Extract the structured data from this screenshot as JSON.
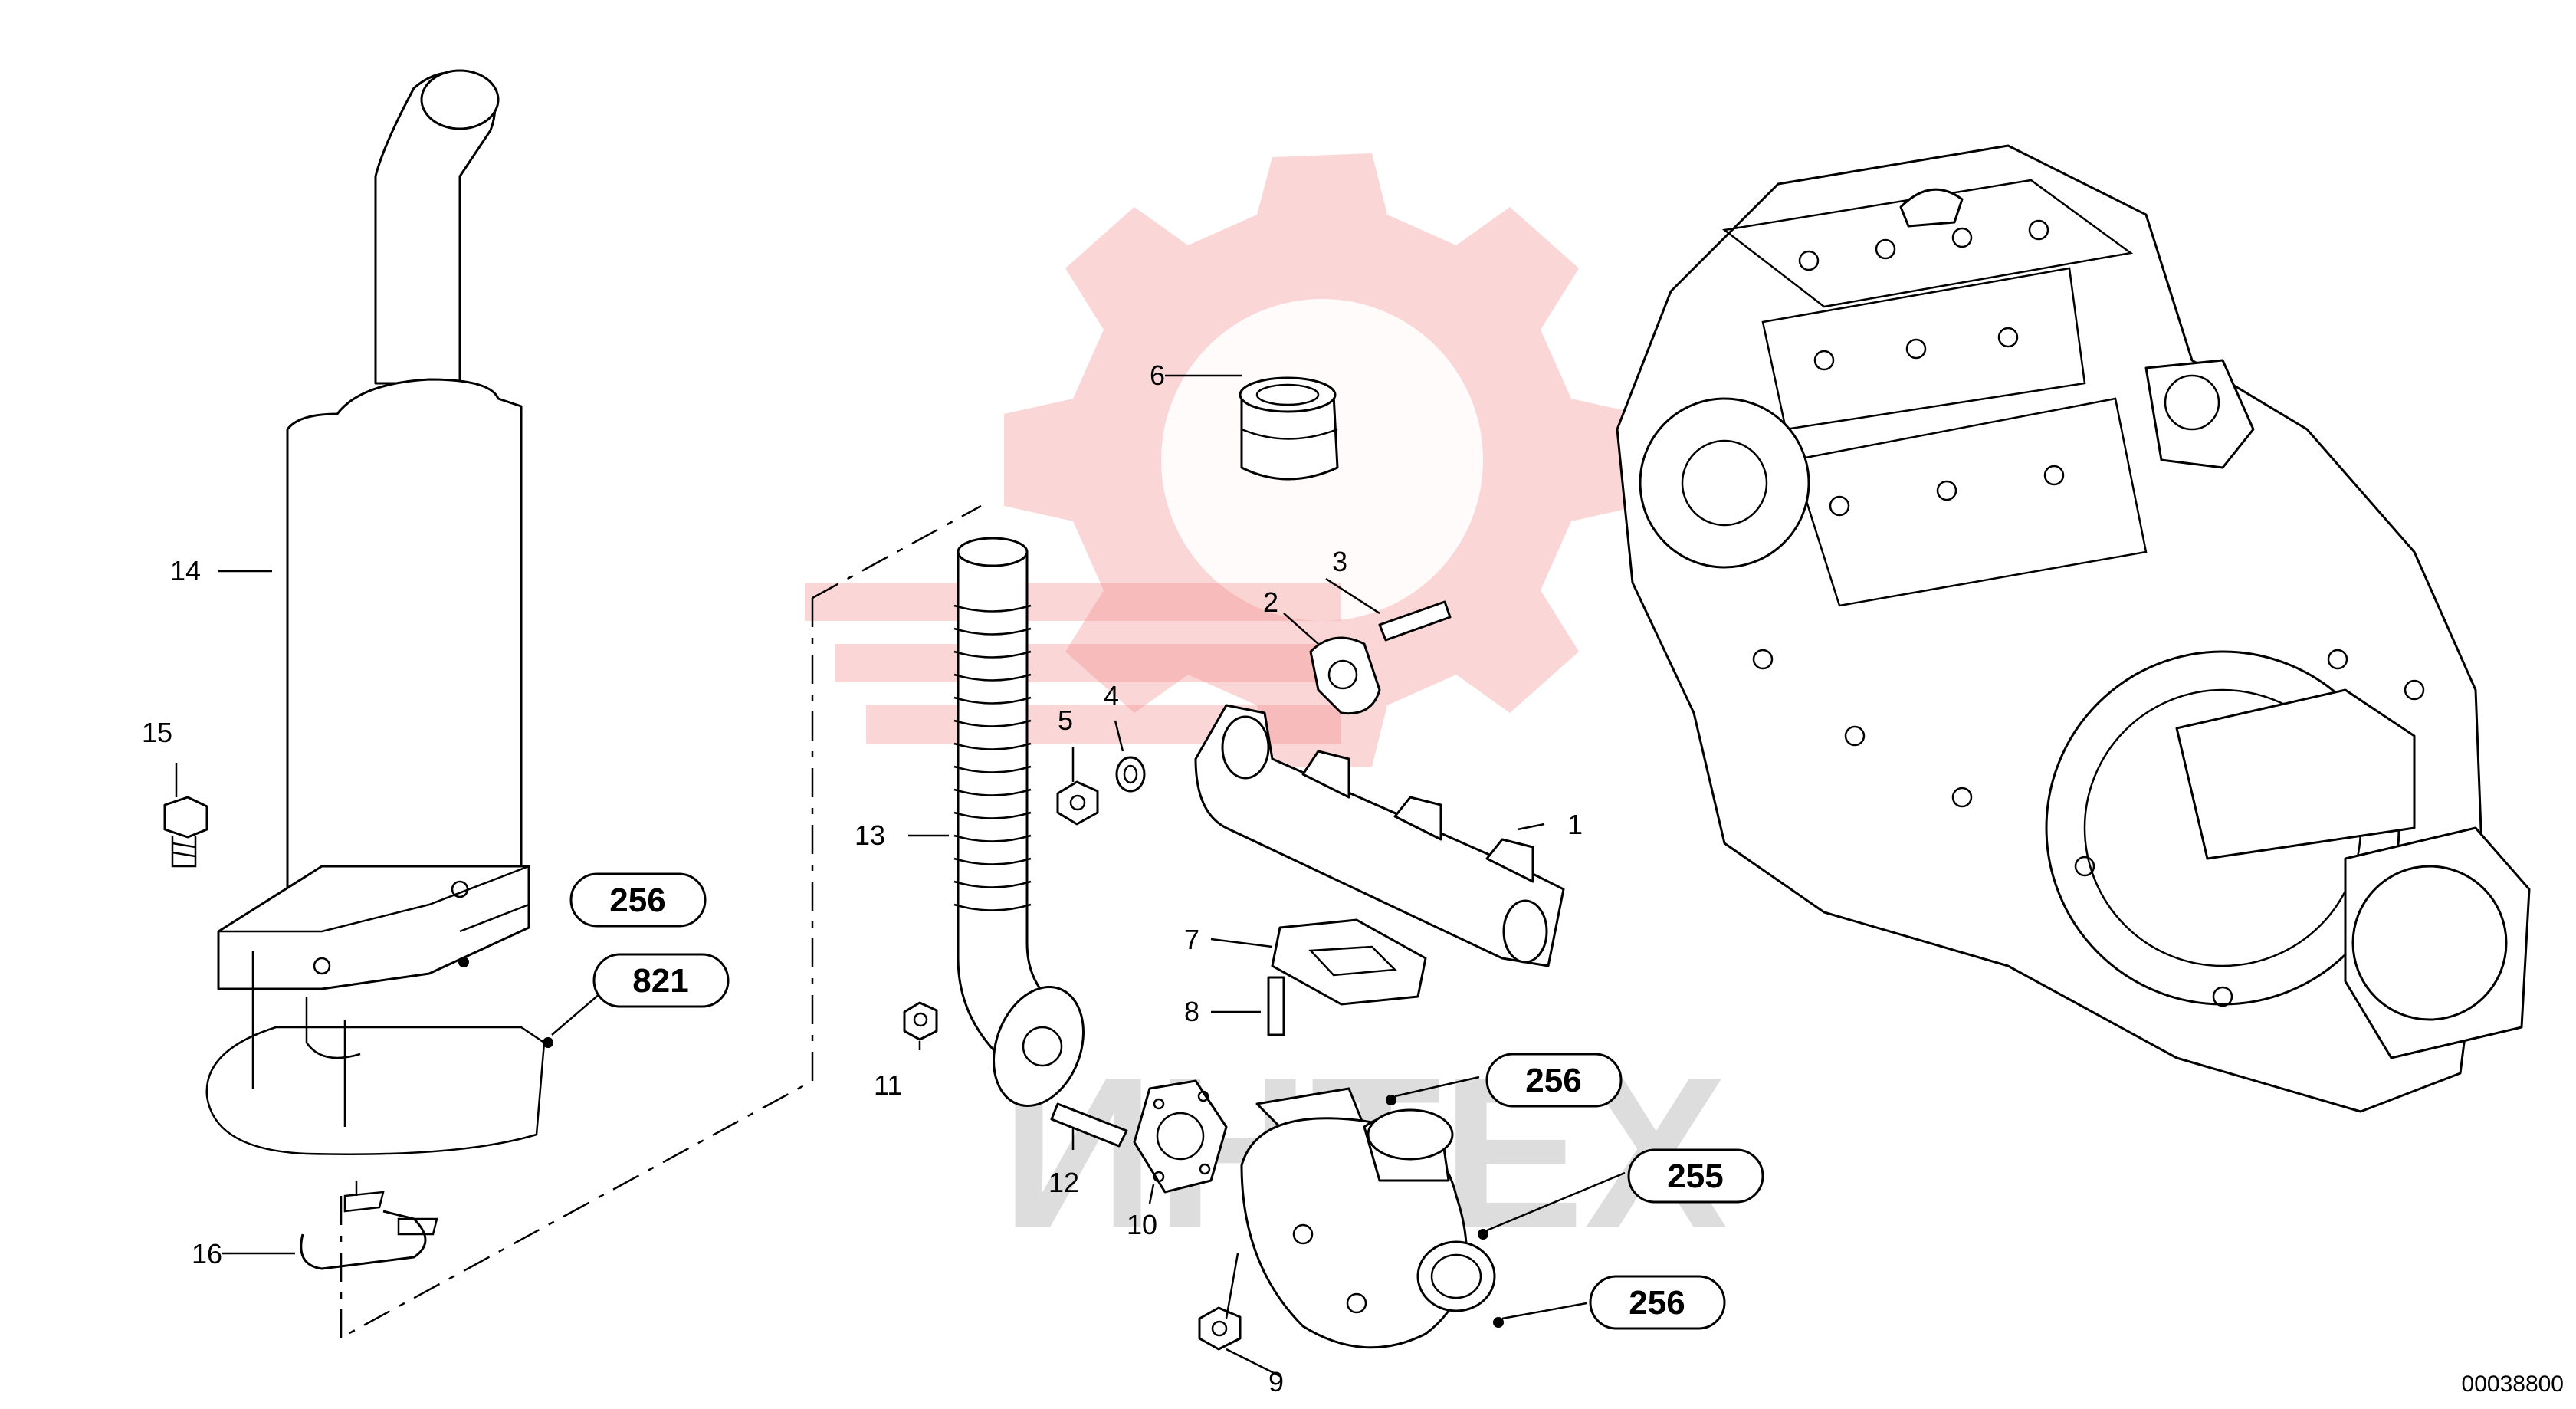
{
  "diagram": {
    "callouts": [
      {
        "id": "1",
        "text": "1"
      },
      {
        "id": "2",
        "text": "2"
      },
      {
        "id": "3",
        "text": "3"
      },
      {
        "id": "4",
        "text": "4"
      },
      {
        "id": "5",
        "text": "5"
      },
      {
        "id": "6",
        "text": "6"
      },
      {
        "id": "7",
        "text": "7"
      },
      {
        "id": "8",
        "text": "8"
      },
      {
        "id": "9",
        "text": "9"
      },
      {
        "id": "10",
        "text": "10"
      },
      {
        "id": "11",
        "text": "11"
      },
      {
        "id": "12",
        "text": "12"
      },
      {
        "id": "13",
        "text": "13"
      },
      {
        "id": "14",
        "text": "14"
      },
      {
        "id": "15",
        "text": "15"
      },
      {
        "id": "16",
        "text": "16"
      }
    ],
    "references": [
      {
        "id": "ref-256-muffler",
        "text": "256"
      },
      {
        "id": "ref-821",
        "text": "821"
      },
      {
        "id": "ref-256-turbo-top",
        "text": "256"
      },
      {
        "id": "ref-255",
        "text": "255"
      },
      {
        "id": "ref-256-turbo-bottom",
        "text": "256"
      }
    ],
    "drawing_number": "00038800",
    "watermark_text": "ИНТЕХ",
    "watermark_color": "#f08a8a"
  }
}
